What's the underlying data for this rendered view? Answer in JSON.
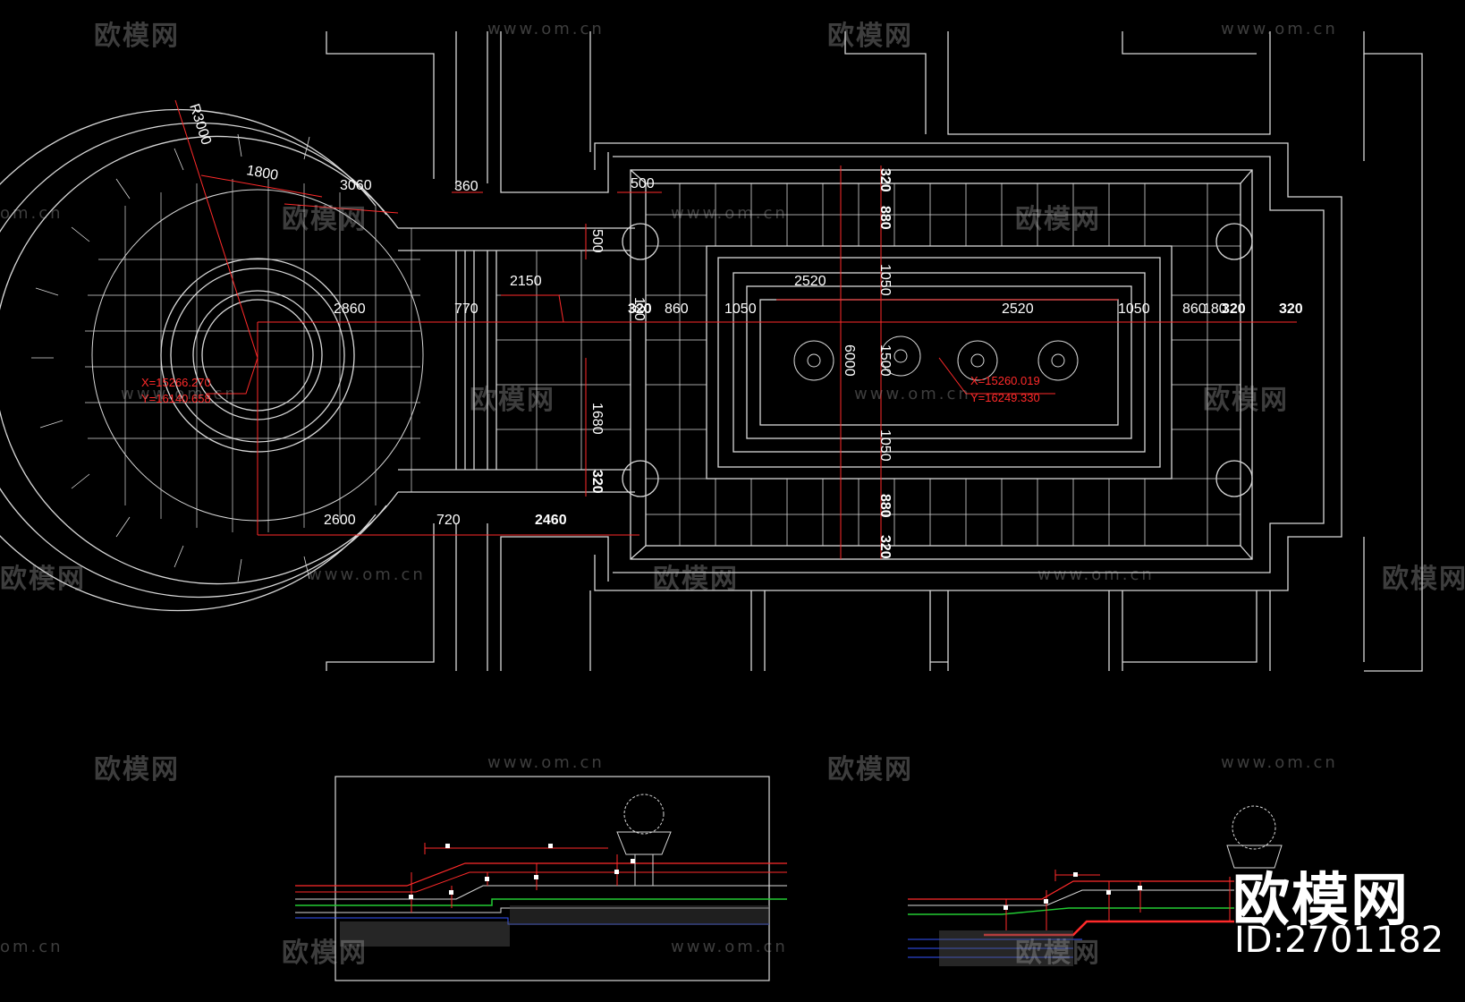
{
  "watermarks": {
    "brand": "欧模网",
    "url": "www.om.cn",
    "url_fragment": "om.cn"
  },
  "plan": {
    "radius_label": "R3000",
    "dims": {
      "arc_1800": "1800",
      "arc_3060": "3060",
      "w360": "360",
      "w500_top": "500",
      "w500_side": "500",
      "d2150": "2150",
      "d2860": "2860",
      "d770": "770",
      "d320_left": "320",
      "d120": "120",
      "d860_left": "860",
      "d1050_left": "1050",
      "d2520_top": "2520",
      "d2520_mid": "2520",
      "d1050_right": "1050",
      "d860_right": "860",
      "d180": "180",
      "d320_right1": "320",
      "d320_right2": "320",
      "d1680": "1680",
      "d320_lower": "320",
      "d2600": "2600",
      "d720": "720",
      "d2460": "2460",
      "v320_top": "320",
      "v880_top": "880",
      "v1050_top": "1050",
      "v1500": "1500",
      "v6000": "6000",
      "v1050_bot": "1050",
      "v880_bot": "880",
      "v320_bot": "320"
    },
    "coords_left": {
      "x": "X=15266.270",
      "y": "Y=16140.658"
    },
    "coords_right": {
      "x": "X=15260.019",
      "y": "Y=16249.330"
    }
  },
  "brand_logo": {
    "name": "欧模网",
    "id": "ID:2701182"
  },
  "colors": {
    "line": "#d8d8d8",
    "dim": "#ff2a2a",
    "text": "#ffffff",
    "green": "#22cc33",
    "blue": "#3355ff"
  }
}
